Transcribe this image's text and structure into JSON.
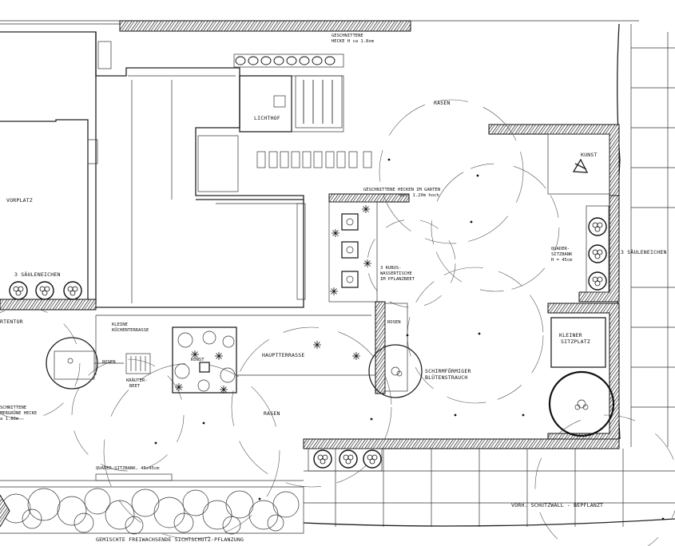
{
  "labels": {
    "hedge_top": "GESCHNITTENE",
    "hedge_top_2": "HECKE  H ca 1.8om",
    "lichthof": "LICHTHOF",
    "rasen_top": "RASEN",
    "hedge_garden": "GESCHNITTENE HECKEN IM GARTEN",
    "hedge_garden_2": "max. 1.20m hoch",
    "kunst_top": "KUNST",
    "vorplatz": "VORPLATZ",
    "saeuleneichen_left": "3 SÄULENEICHEN",
    "saeuleneichen_right": "3 SÄULENEICHEN",
    "quader_sitzbank_right_1": "QUADER-",
    "quader_sitzbank_right_2": "SITZBANK",
    "quader_sitzbank_right_3": "H = 45cm",
    "kubus_1": "3 KUBUS-",
    "kubus_2": "WASSERTISCHE",
    "kubus_3": "IM PFLANZBEET",
    "tor": "RTENTOR",
    "kleine_terrasse_1": "KLEINE",
    "kleine_terrasse_2": "KÜCHENTERRASSE",
    "rosen_mid": "ROSEN",
    "rosen_left": "ROSEN",
    "kleiner_sitzplatz_1": "KLEINER",
    "kleiner_sitzplatz_2": "SITZPLATZ",
    "haupt": "HAUPTTERRASSE",
    "kunst_mid": "KUNST",
    "kraeuter_1": "KRÄUTER-",
    "kraeuter_2": "BEET",
    "schirm_1": "SCHIRMFÖRMIGER",
    "schirm_2": "BLÜTENSTRAUCH",
    "rasen_bottom": "RASEN",
    "hedge_left_1": "SCHNITTENE",
    "hedge_left_2": "MERGRÜNE HECKE",
    "hedge_left_3": "a 1.80m",
    "quader_bottom": "QUADER-SITZBANK, 45x45cm",
    "schutzwall": "VORH. SCHUTZWALL - BEPFLANZT",
    "bottom_planting": "GEMISCHTE FREIWACHSENDE SICHTSCHUTZ-PFLANZUNG"
  }
}
